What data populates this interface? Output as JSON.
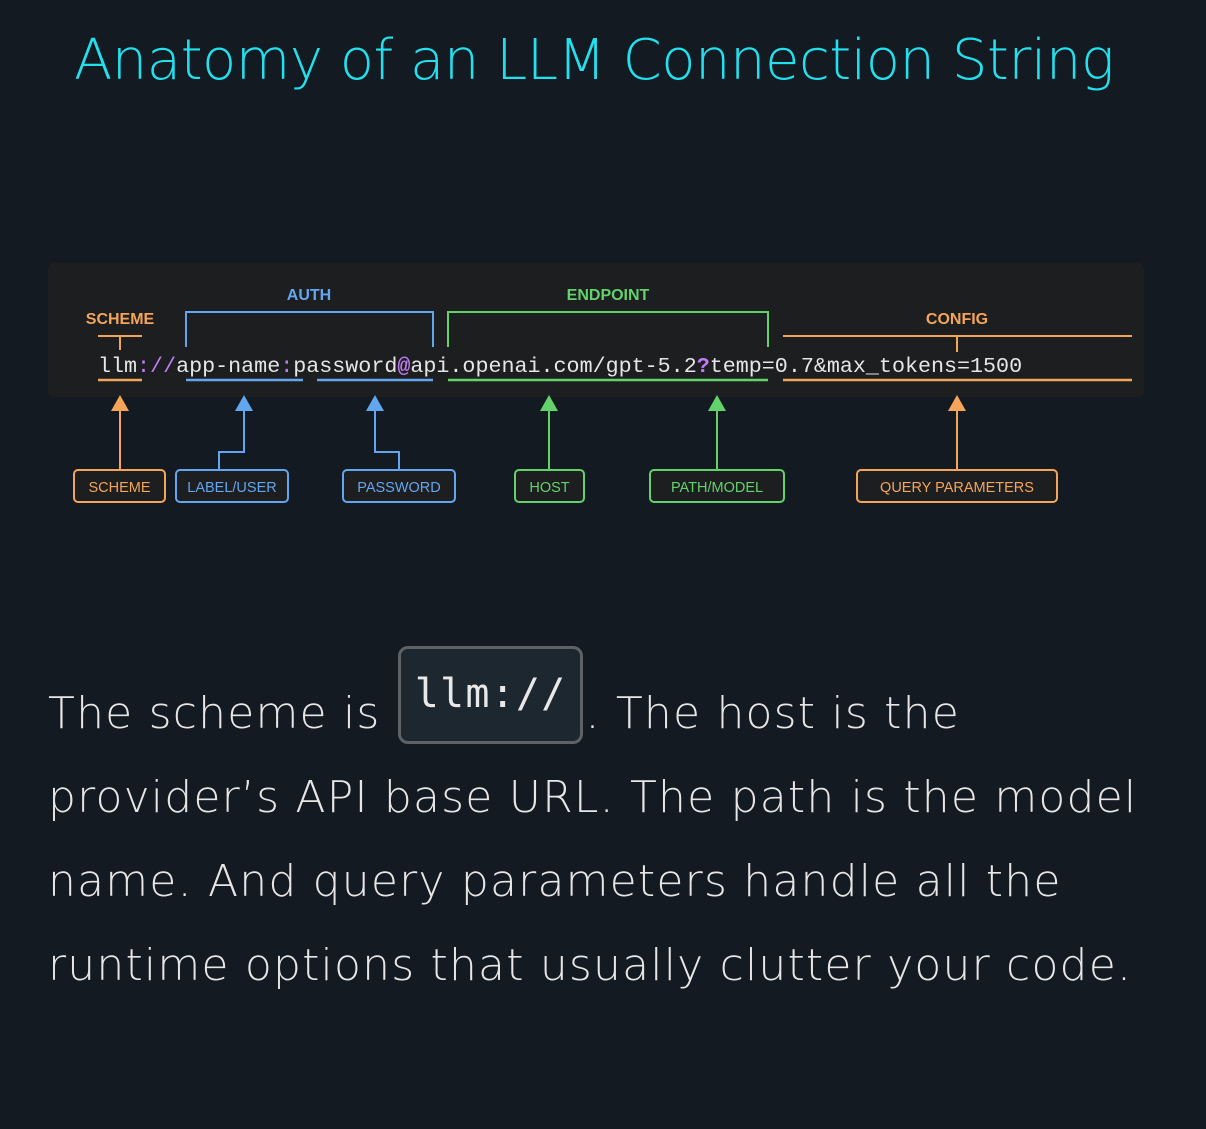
{
  "title": "Anatomy of an LLM Connection String",
  "colors": {
    "title": "#22e0ee",
    "orange": "#f5a55a",
    "blue": "#63a6f0",
    "green": "#62d36b",
    "purple": "#c27cf5",
    "text": "#e6e6e6"
  },
  "diagram": {
    "group_labels": {
      "scheme": "SCHEME",
      "auth": "AUTH",
      "endpoint": "ENDPOINT",
      "config": "CONFIG"
    },
    "url_parts": {
      "scheme": "llm",
      "scheme_sep": "://",
      "user": "app-name",
      "colon": ":",
      "password": "password",
      "at": "@",
      "host": "api.openai.com",
      "path": "/gpt-5.2",
      "qmark": "?",
      "query": "temp=0.7&max_tokens=1500"
    },
    "callouts": {
      "scheme": "SCHEME",
      "user": "LABEL/USER",
      "password": "PASSWORD",
      "host": "HOST",
      "path": "PATH/MODEL",
      "query": "QUERY PARAMETERS"
    }
  },
  "paragraph": {
    "before_code": "The scheme is ",
    "code": "llm://",
    "after_code": ". The host is the provider’s API base URL. The path is the model name. And query parameters handle all the runtime options that usually clutter your code."
  }
}
